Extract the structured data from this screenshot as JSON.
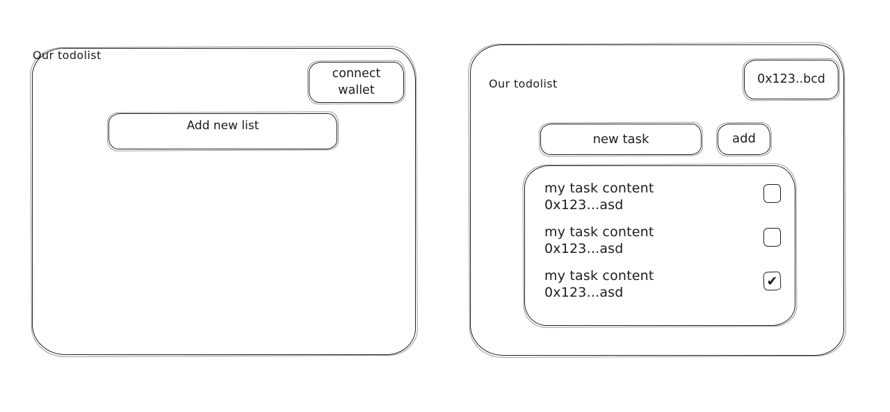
{
  "canvas": {
    "background": "#ffffff",
    "stroke_color": "#1c1c1c"
  },
  "icons": {
    "check_glyph": "✔"
  },
  "left_panel": {
    "title": "Our todolist",
    "connect_wallet_label": "connect wallet",
    "add_new_list_label": "Add new list"
  },
  "right_panel": {
    "title": "Our todolist",
    "wallet_address_label": "0x123..bcd",
    "new_task_placeholder": "new task",
    "add_button_label": "add",
    "tasks": [
      {
        "content": "my task content",
        "address": "0x123...asd",
        "checked": false
      },
      {
        "content": "my task content",
        "address": "0x123...asd",
        "checked": false
      },
      {
        "content": "my task content",
        "address": "0x123...asd",
        "checked": true
      }
    ]
  }
}
